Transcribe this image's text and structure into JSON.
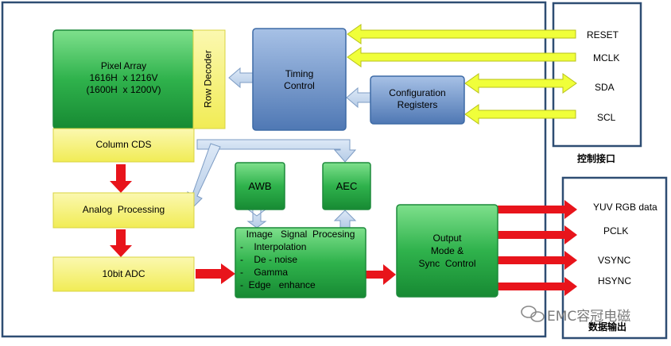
{
  "blocks": {
    "pixel_array": "Pixel Array\n1616H  x 1216V\n(1600H  x 1200V)",
    "row_decoder": "Row Decoder",
    "timing_control": "Timing\nControl",
    "config_registers": "Configuration\nRegisters",
    "column_cds": "Column CDS",
    "awb": "AWB",
    "aec": "AEC",
    "analog_processing": "Analog  Processing",
    "adc": "10bit ADC",
    "isp_title": "Image   Signal  Procesing",
    "isp_items": [
      "-    Interpolation",
      "-    De - noise",
      "-    Gamma",
      "-  Edge   enhance"
    ],
    "output_mode": "Output\nMode &\nSync  Control"
  },
  "control_pins": {
    "title": "控制接口",
    "items": [
      "RESET",
      "MCLK",
      "SDA",
      "SCL"
    ]
  },
  "data_pins": {
    "title": "数据输出",
    "items": [
      "YUV RGB data",
      "PCLK",
      "VSYNC",
      "HSYNC"
    ]
  },
  "watermark": "EMC容冠电磁",
  "colors": {
    "green": "#2fb24c",
    "yellow": "#f6f27a",
    "blue": "#6d93c9",
    "arrow_yellow": "#f0ff3a",
    "arrow_red": "#e8141b",
    "border": "#2e4d73"
  }
}
